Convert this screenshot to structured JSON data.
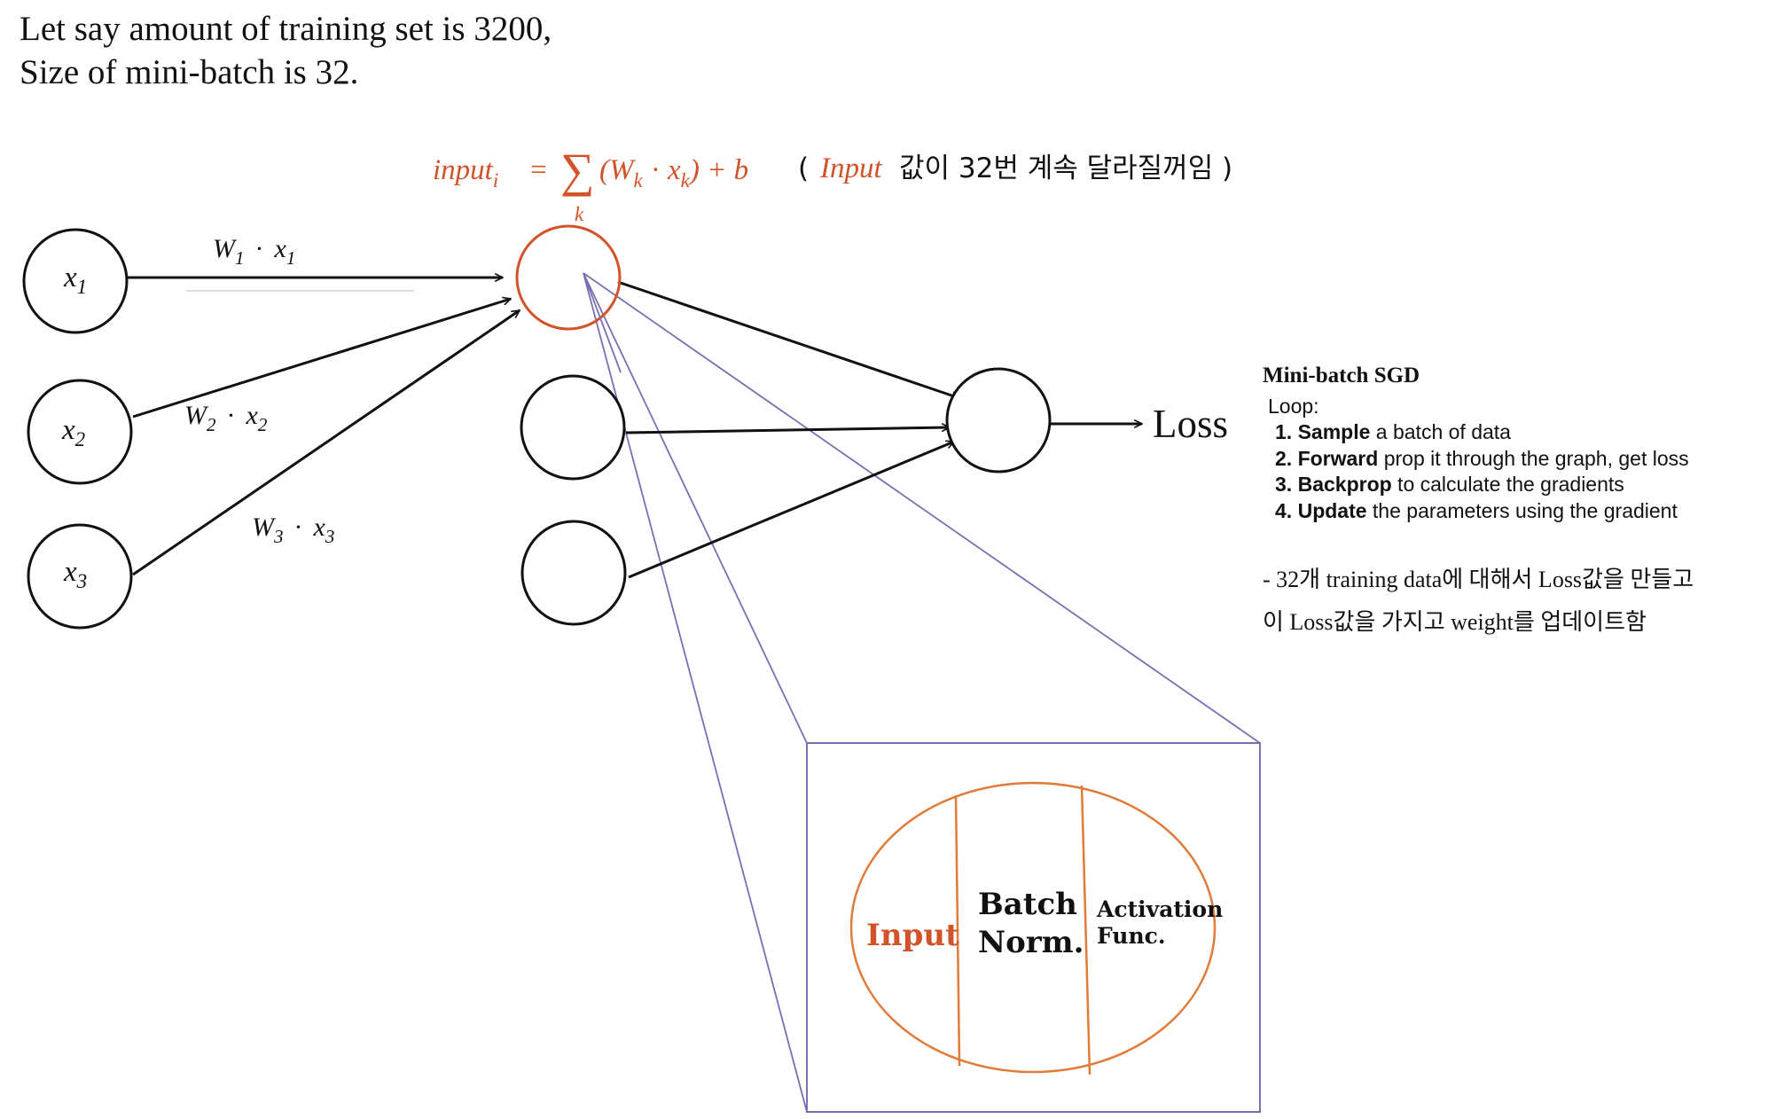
{
  "intro": {
    "line1": "Let say amount of training set is 3200,",
    "line2": "Size of mini-batch is 32."
  },
  "formula": {
    "lhs": "input",
    "lhs_sub": "i",
    "equals": "=",
    "sigma": "∑",
    "sigma_sub": "k",
    "term_open": "(W",
    "term_w_sub": "k",
    "term_dot": "·",
    "term_x": "x",
    "term_x_sub": "k",
    "term_close": ") + b",
    "note_open": "(",
    "note_input": "Input",
    "note_rest": "값이 32번 계속 달라질꺼임 )"
  },
  "inputs": [
    {
      "var": "x",
      "sub": "1"
    },
    {
      "var": "x",
      "sub": "2"
    },
    {
      "var": "x",
      "sub": "3"
    }
  ],
  "weights": [
    {
      "w": "W",
      "w_sub": "1",
      "x": "x",
      "x_sub": "1"
    },
    {
      "w": "W",
      "w_sub": "2",
      "x": "x",
      "x_sub": "2"
    },
    {
      "w": "W",
      "w_sub": "3",
      "x": "x",
      "x_sub": "3"
    }
  ],
  "dot": "·",
  "loss_label": "Loss",
  "zoom": {
    "input_label": "Input",
    "batch_label_1": "Batch",
    "batch_label_2": "Norm.",
    "activation_label_1": "Activation",
    "activation_label_2": "Func."
  },
  "sgd": {
    "title": "Mini-batch SGD",
    "loop": "Loop:",
    "steps": [
      {
        "num": "1.",
        "kw": "Sample",
        "rest": " a batch of data"
      },
      {
        "num": "2.",
        "kw": "Forward",
        "rest": " prop it through the graph, get loss"
      },
      {
        "num": "3.",
        "kw": "Backprop",
        "rest": " to calculate the gradients"
      },
      {
        "num": "4.",
        "kw": "Update",
        "rest": " the parameters using the gradient"
      }
    ]
  },
  "note": {
    "line1": "- 32개 training data에 대해서 Loss값을 만들고",
    "line2": "이 Loss값을 가지고 weight를 업데이트함"
  },
  "colors": {
    "accent_orange": "#d2522a",
    "ellipse_orange": "#e07b39",
    "zoom_purple": "#7b6fb3",
    "ink": "#111111"
  }
}
